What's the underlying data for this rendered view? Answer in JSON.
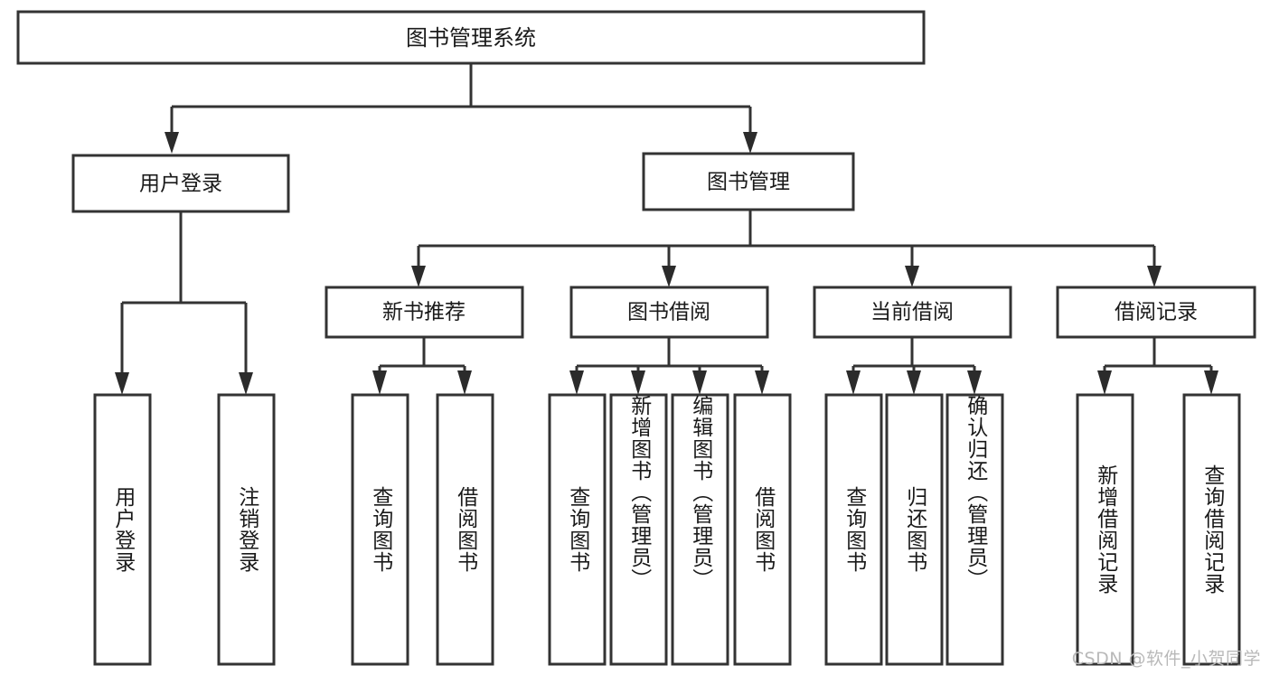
{
  "diagram": {
    "kind": "tree-hierarchy",
    "title": "图书管理系统",
    "watermark": "CSDN @软件_小贺同学",
    "colors": {
      "box_stroke": "#333333",
      "box_fill": "#ffffff",
      "text": "#1a1a1a",
      "arrow": "#2b2b2b",
      "watermark": "#b9b9b9",
      "background": "#ffffff"
    },
    "root": {
      "label": "图书管理系统"
    },
    "level1": [
      {
        "label": "用户登录"
      },
      {
        "label": "图书管理"
      }
    ],
    "level2": [
      {
        "label": "新书推荐"
      },
      {
        "label": "图书借阅"
      },
      {
        "label": "当前借阅"
      },
      {
        "label": "借阅记录"
      }
    ],
    "leaves": {
      "user_login": [
        {
          "label": "用户登录"
        },
        {
          "label": "注销登录"
        }
      ],
      "new_book_recommend": [
        {
          "label": "查询图书"
        },
        {
          "label": "借阅图书"
        }
      ],
      "book_borrow": [
        {
          "label": "查询图书"
        },
        {
          "label": "新增图书（管理员）"
        },
        {
          "label": "编辑图书（管理员）"
        },
        {
          "label": "借阅图书"
        }
      ],
      "current_borrow": [
        {
          "label": "查询图书"
        },
        {
          "label": "归还图书"
        },
        {
          "label": "确认归还（管理员）"
        }
      ],
      "borrow_record": [
        {
          "label": "新增借阅记录"
        },
        {
          "label": "查询借阅记录"
        }
      ]
    }
  }
}
